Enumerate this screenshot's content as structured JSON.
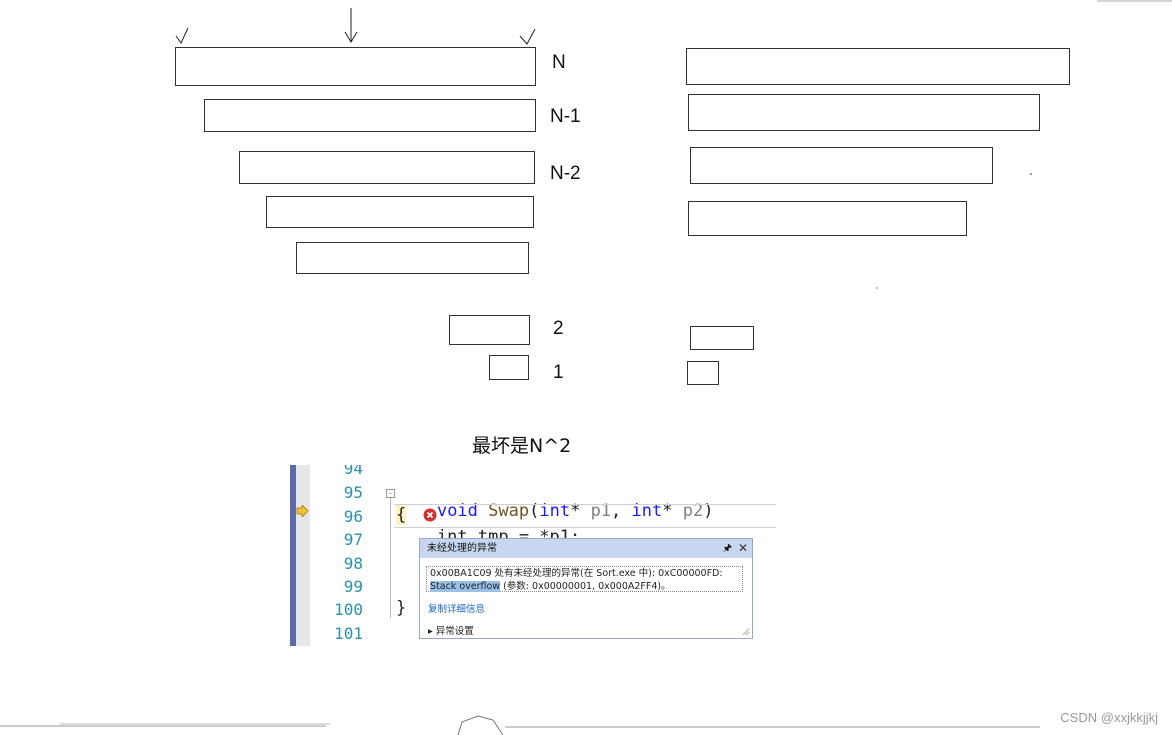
{
  "left_labels": {
    "n": "N",
    "n1": "N-1",
    "n2": "N-2",
    "two": "2",
    "one": "1"
  },
  "caption": "最坏是N^2",
  "editor": {
    "line_numbers": [
      "94",
      "95",
      "96",
      "97",
      "98",
      "99",
      "100",
      "101"
    ],
    "line95": {
      "kw1": "void",
      "fn": "Swap",
      "p1": "(",
      "kw2": "int",
      "p2": "* ",
      "pm1": "p1",
      "p3": ", ",
      "kw3": "int",
      "p4": "* ",
      "pm2": "p2",
      "p5": ")"
    },
    "line96": "{",
    "line97": "    int tmp = *p1;",
    "line100": "}",
    "exception": {
      "title": "未经处理的异常",
      "pin": "ᵃ",
      "close": "✕",
      "message_line1": "0x00BA1C09 处有未经处理的异常(在 Sort.exe 中): 0xC00000FD:",
      "message_highlight": "Stack overflow",
      "message_rest": " (参数: 0x00000001, 0x000A2FF4)。",
      "copy_link": "复制详细信息",
      "settings": "▸ 异常设置"
    }
  },
  "watermark": "CSDN @xxjkkjjkj"
}
